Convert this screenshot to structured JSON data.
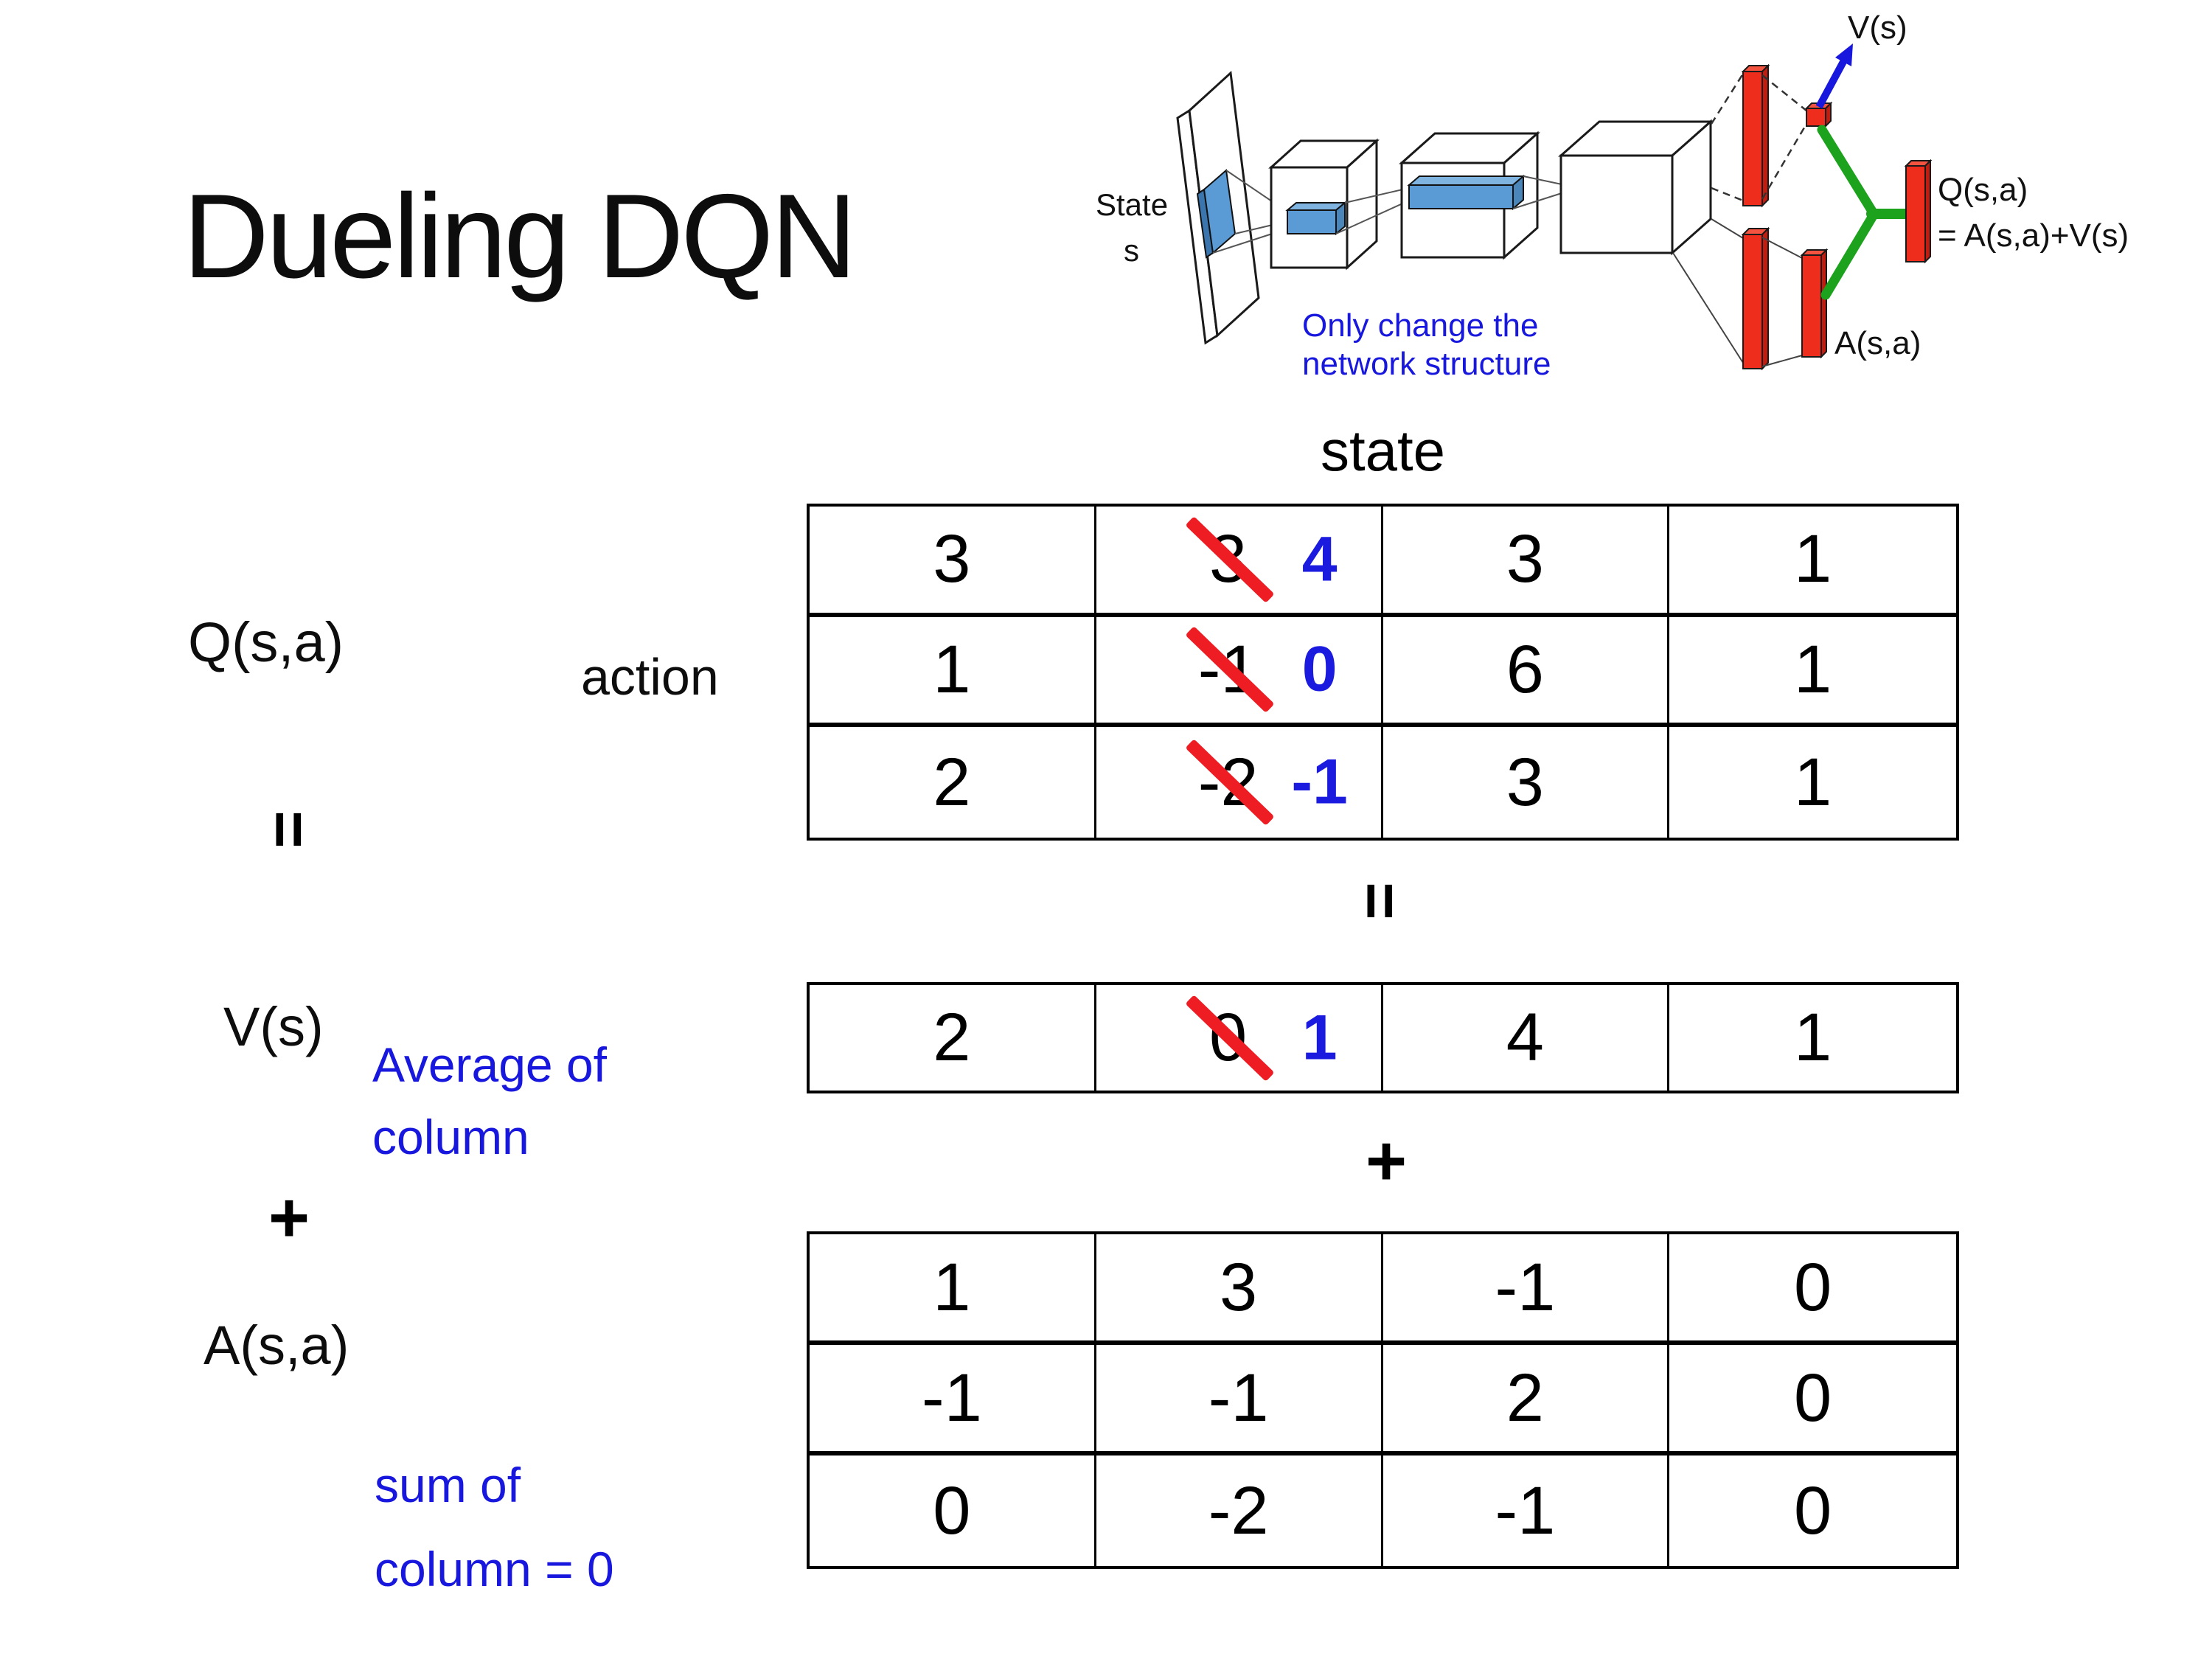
{
  "title": "Dueling DQN",
  "colors": {
    "annotation_blue": "#1717dd",
    "correction_blue": "#1b1be0",
    "strike_red": "#ee1c23",
    "bar_red": "#ee2d1c",
    "conv_blue": "#5b9bd5",
    "merge_green": "#1ca21c",
    "text_black": "#0d0d0d"
  },
  "diagram": {
    "state_label_line1": "State",
    "state_label_line2": "s",
    "note_line1": "Only change the",
    "note_line2": "network structure",
    "v_output_label": "V(s)",
    "q_output_label_line1": "Q(s,a)",
    "q_output_label_line2": "= A(s,a)+V(s)",
    "a_output_label": "A(s,a)"
  },
  "equation": {
    "state_header": "state",
    "action_label": "action",
    "q_label": "Q(s,a)",
    "v_label": "V(s)",
    "a_label": "A(s,a)",
    "equals_sign": "=",
    "plus_sign": "+",
    "v_note_line1": "Average of",
    "v_note_line2": "column",
    "a_note_line1": "sum of",
    "a_note_line2": "column = 0"
  },
  "tables": {
    "q": {
      "r0c0": "3",
      "r0c1_old": "3",
      "r0c1_new": "4",
      "r0c2": "3",
      "r0c3": "1",
      "r1c0": "1",
      "r1c1_old": "-1",
      "r1c1_new": "0",
      "r1c2": "6",
      "r1c3": "1",
      "r2c0": "2",
      "r2c1_old": "-2",
      "r2c1_new": "-1",
      "r2c2": "3",
      "r2c3": "1"
    },
    "v": {
      "c0": "2",
      "c1_old": "0",
      "c1_new": "1",
      "c2": "4",
      "c3": "1"
    },
    "a": {
      "r0c0": "1",
      "r0c1": "3",
      "r0c2": "-1",
      "r0c3": "0",
      "r1c0": "-1",
      "r1c1": "-1",
      "r1c2": "2",
      "r1c3": "0",
      "r2c0": "0",
      "r2c1": "-2",
      "r2c2": "-1",
      "r2c3": "0"
    }
  }
}
